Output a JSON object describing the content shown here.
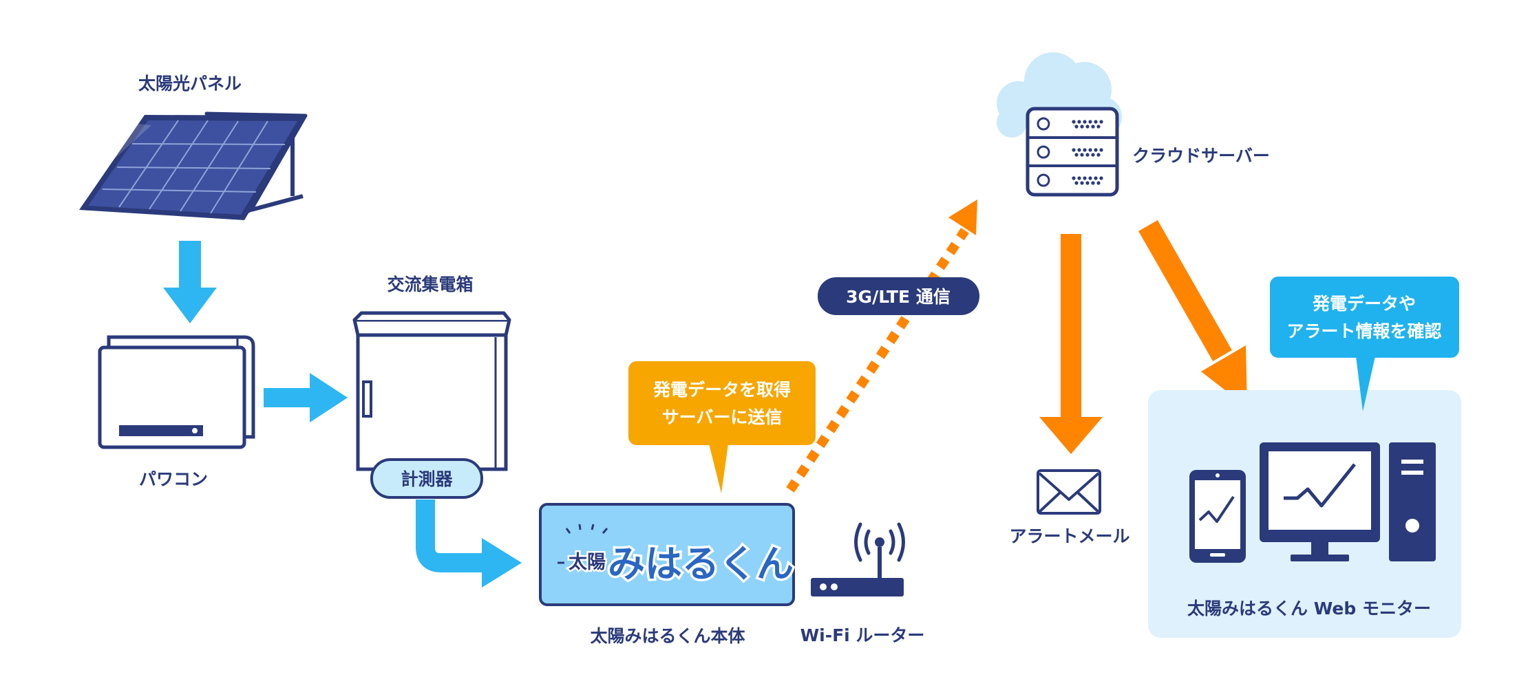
{
  "colors": {
    "navy": "#2b3a7a",
    "blue_arrow": "#2eb6f2",
    "orange": "#ff8400",
    "light_blue_panel": "#dff1fc",
    "speech_orange": "#f7a600",
    "speech_blue": "#20b2ee",
    "device_fill": "#8fd3fa"
  },
  "labels": {
    "solar_panel": "太陽光パネル",
    "power_conditioner": "パワコン",
    "ac_box": "交流集電箱",
    "meter": "計測器",
    "main_unit": "太陽みはるくん本体",
    "router": "Wi-Fi ルーター",
    "cloud_server": "クラウドサーバー",
    "alert_mail": "アラートメール",
    "web_monitor": "太陽みはるくん Web モニター",
    "lte": "3G/LTE 通信"
  },
  "logo": {
    "prefix": "太陽",
    "name": "みはるくん"
  },
  "bubbles": {
    "unit_line1": "発電データを取得",
    "unit_line2": "サーバーに送信",
    "monitor_line1": "発電データや",
    "monitor_line2": "アラート情報を確認"
  },
  "icons": [
    "solar-panel-icon",
    "inverter-icon",
    "ac-box-icon",
    "cloud-server-icon",
    "router-icon",
    "mail-icon",
    "smartphone-icon",
    "monitor-icon",
    "pc-tower-icon"
  ]
}
